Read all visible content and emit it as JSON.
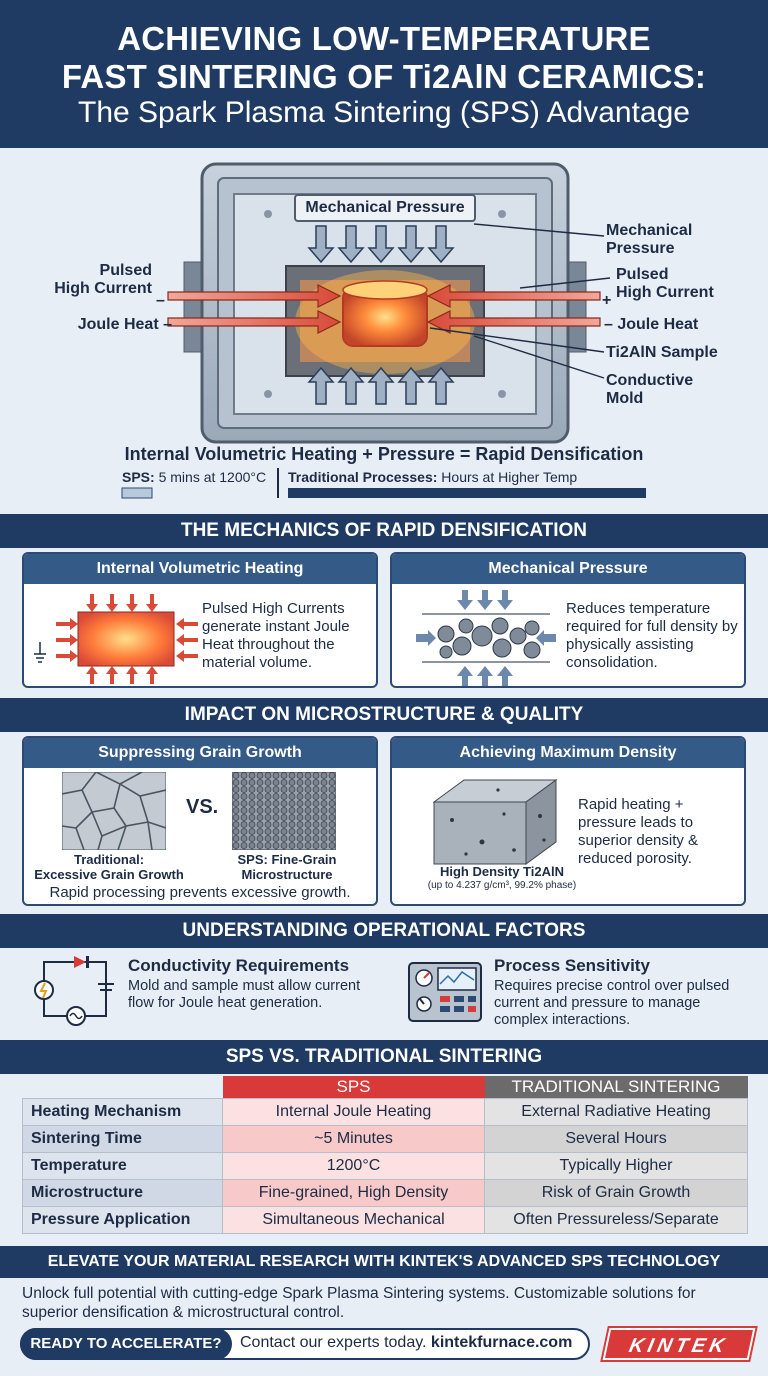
{
  "header": {
    "title_line1": "ACHIEVING LOW-TEMPERATURE",
    "title_line2": "FAST SINTERING OF Ti2AlN CERAMICS:",
    "subtitle": "The Spark Plasma Sintering (SPS) Advantage"
  },
  "diagram": {
    "top_label": "Mechanical Pressure",
    "left_current": "Pulsed\nHigh Current",
    "left_joule": "Joule Heat –",
    "left_minus": "–",
    "right_pressure": "Mechanical\nPressure",
    "right_current": "Pulsed\nHigh Current",
    "right_plus": "+",
    "right_joule": "– Joule Heat",
    "right_sample": "Ti2AlN Sample",
    "right_mold": "Conductive\nMold",
    "equation": "Internal Volumetric Heating + Pressure = Rapid Densification",
    "sps_bold": "SPS:",
    "sps_value": "5 mins at 1200°C",
    "trad_bold": "Traditional Processes:",
    "trad_value": "Hours at Higher Temp"
  },
  "section1": {
    "title": "THE MECHANICS OF RAPID DENSIFICATION",
    "heating_title": "Internal Volumetric Heating",
    "heating_text": "Pulsed High Currents generate instant Joule Heat throughout the material volume.",
    "pressure_title": "Mechanical Pressure",
    "pressure_text": "Reduces temperature required for full density by physically assisting consolidation."
  },
  "section2": {
    "title": "IMPACT ON MICROSTRUCTURE & QUALITY",
    "grain_title": "Suppressing Grain Growth",
    "vs": "VS.",
    "trad_caption": "Traditional:\nExcessive Grain Growth",
    "sps_caption": "SPS: Fine-Grain\nMicrostructure",
    "grain_text": "Rapid processing prevents excessive growth.",
    "density_title": "Achieving Maximum Density",
    "density_caption": "High Density Ti2AlN",
    "density_sub": "(up to 4.237 g/cm³, 99.2% phase)",
    "density_text": "Rapid heating + pressure leads to superior density & reduced porosity."
  },
  "section3": {
    "title": "UNDERSTANDING OPERATIONAL FACTORS",
    "cond_title": "Conductivity Requirements",
    "cond_text": "Mold and sample must allow current flow for Joule heat generation.",
    "proc_title": "Process Sensitivity",
    "proc_text": "Requires precise control over pulsed current and pressure to manage complex interactions."
  },
  "section4": {
    "title": "SPS VS. TRADITIONAL SINTERING",
    "col_sps": "SPS",
    "col_trad": "TRADITIONAL SINTERING",
    "rows": [
      {
        "label": "Heating Mechanism",
        "sps": "Internal Joule Heating",
        "trad": "External Radiative Heating"
      },
      {
        "label": "Sintering Time",
        "sps": "~5 Minutes",
        "trad": "Several Hours"
      },
      {
        "label": "Temperature",
        "sps": "1200°C",
        "trad": "Typically Higher"
      },
      {
        "label": "Microstructure",
        "sps": "Fine-grained, High Density",
        "trad": "Risk of Grain Growth"
      },
      {
        "label": "Pressure Application",
        "sps": "Simultaneous Mechanical",
        "trad": "Often Pressureless/Separate"
      }
    ]
  },
  "footer": {
    "title": "ELEVATE YOUR MATERIAL RESEARCH WITH KINTEK'S ADVANCED SPS TECHNOLOGY",
    "text": "Unlock full potential with cutting-edge Spark Plasma Sintering systems. Customizable solutions for superior densification & microstructural control.",
    "cta_button": "READY TO ACCELERATE?",
    "cta_text": "Contact our experts today.",
    "cta_link": "kintekfurnace.com",
    "logo": "KINTEK"
  },
  "colors": {
    "navy": "#1f3b63",
    "accent_red": "#d83a3a",
    "panel_blue": "#345a88"
  }
}
